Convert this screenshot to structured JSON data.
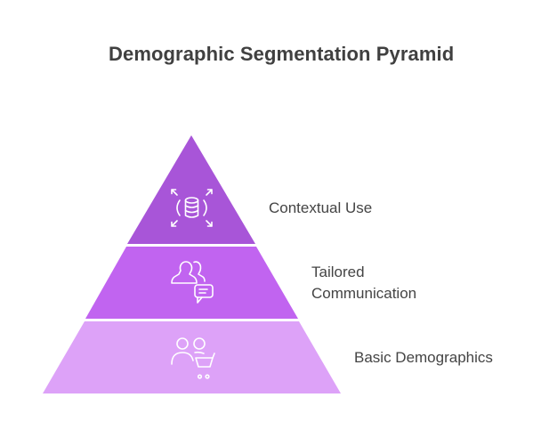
{
  "title": "Demographic Segmentation Pyramid",
  "colors": {
    "layer_top": "#A855D8",
    "layer_middle": "#C164F0",
    "layer_bottom": "#DDA2F8",
    "icon_stroke": "#FFFFFF",
    "text": "#444444"
  },
  "layers": [
    {
      "label": "Contextual Use",
      "icon": "database-expand-icon",
      "level": "top"
    },
    {
      "label_line1": "Tailored",
      "label_line2": "Communication",
      "icon": "users-chat-icon",
      "level": "middle"
    },
    {
      "label": "Basic Demographics",
      "icon": "users-cart-icon",
      "level": "bottom"
    }
  ]
}
